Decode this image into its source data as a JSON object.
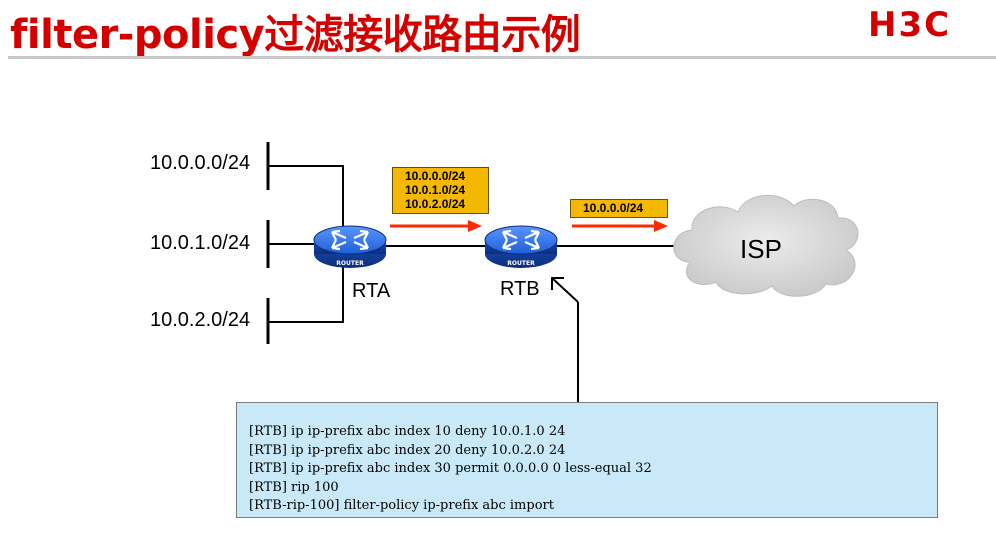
{
  "title": "filter-policy过滤接收路由示例",
  "logo_text": "H3C",
  "networks": [
    "10.0.0.0/24",
    "10.0.1.0/24",
    "10.0.2.0/24"
  ],
  "routers": {
    "rta": {
      "name": "RTA",
      "badge": "ROUTER"
    },
    "rtb": {
      "name": "RTB",
      "badge": "ROUTER"
    }
  },
  "advertised_routes": [
    "10.0.0.0/24",
    "10.0.1.0/24",
    "10.0.2.0/24"
  ],
  "filtered_routes": [
    "10.0.0.0/24"
  ],
  "isp_label": "ISP",
  "config_lines": [
    "[RTB] ip ip-prefix abc index 10 deny 10.0.1.0 24",
    "[RTB] ip ip-prefix abc index 20 deny 10.0.2.0 24",
    "[RTB] ip ip-prefix abc index 30 permit 0.0.0.0 0 less-equal 32",
    "[RTB] rip 100",
    "[RTB-rip-100] filter-policy ip-prefix abc import"
  ],
  "colors": {
    "title": "#d40000",
    "arrow": "#ff2a00",
    "route_box": "#f5b800",
    "router_body": "#1f5fd6",
    "cloud": "#d8d8d8",
    "config_bg": "#c9e9f8"
  }
}
